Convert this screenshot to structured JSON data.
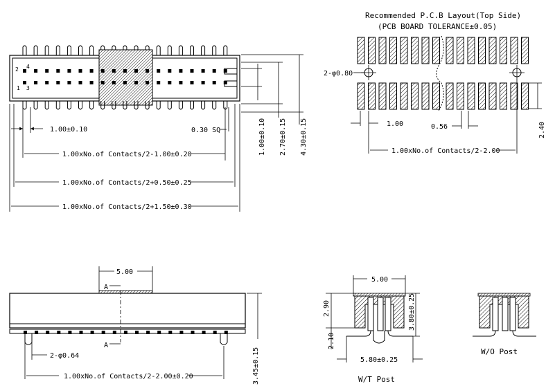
{
  "layout_title": "Recommended P.C.B Layout(Top Side)",
  "layout_subtitle": "(PCB BOARD TOLERANCE±0.05)",
  "top_view": {
    "pin_label_2": "2",
    "pin_label_4": "4",
    "pin_label_1": "1",
    "pin_label_3": "3",
    "dim_pitch": "1.00±0.10",
    "dim_pin_size": "0.30 SQ",
    "dim_len_1": "1.00xNo.of Contacts/2-1.00±0.20",
    "dim_len_2": "1.00xNo.of Contacts/2+0.50±0.25",
    "dim_len_3": "1.00xNo.of Contacts/2+1.50±0.30",
    "dim_row": "1.00±0.10",
    "dim_h1": "2.70±0.15",
    "dim_h2": "4.30±0.15"
  },
  "pcb_layout": {
    "hole_label": "2-φ0.80",
    "dim_pitch": "1.00",
    "dim_pad_width": "0.56",
    "dim_span": "1.00xNo.of Contacts/2-2.00",
    "dim_pad_height": "2.40"
  },
  "front_view": {
    "dim_width": "5.00",
    "section_a_top": "A",
    "section_a_bottom": "A",
    "post_label": "2-φ0.64",
    "dim_span": "1.00xNo.of Contacts/2-2.00±0.20",
    "dim_height": "3.45±0.15"
  },
  "section_with_post": {
    "dim_width": "5.00",
    "dim_h1": "2.90",
    "dim_h2": "3.80±0.25",
    "dim_h3": "2.10",
    "dim_foot": "5.80±0.25",
    "caption": "W/T Post"
  },
  "section_without_post": {
    "caption": "W/O Post"
  }
}
